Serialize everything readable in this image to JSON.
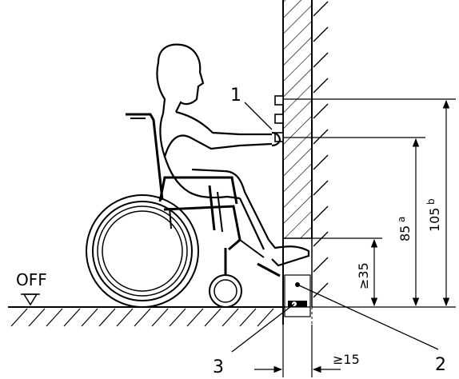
{
  "diagram": {
    "callouts": {
      "item1": "1",
      "item2": "2",
      "item3": "3"
    },
    "floor_label": "OFF",
    "dimensions": {
      "d105": "105",
      "d105_note": "b",
      "d85": "85",
      "d85_note": "a",
      "d35": "≥35",
      "d15": "≥15"
    }
  }
}
